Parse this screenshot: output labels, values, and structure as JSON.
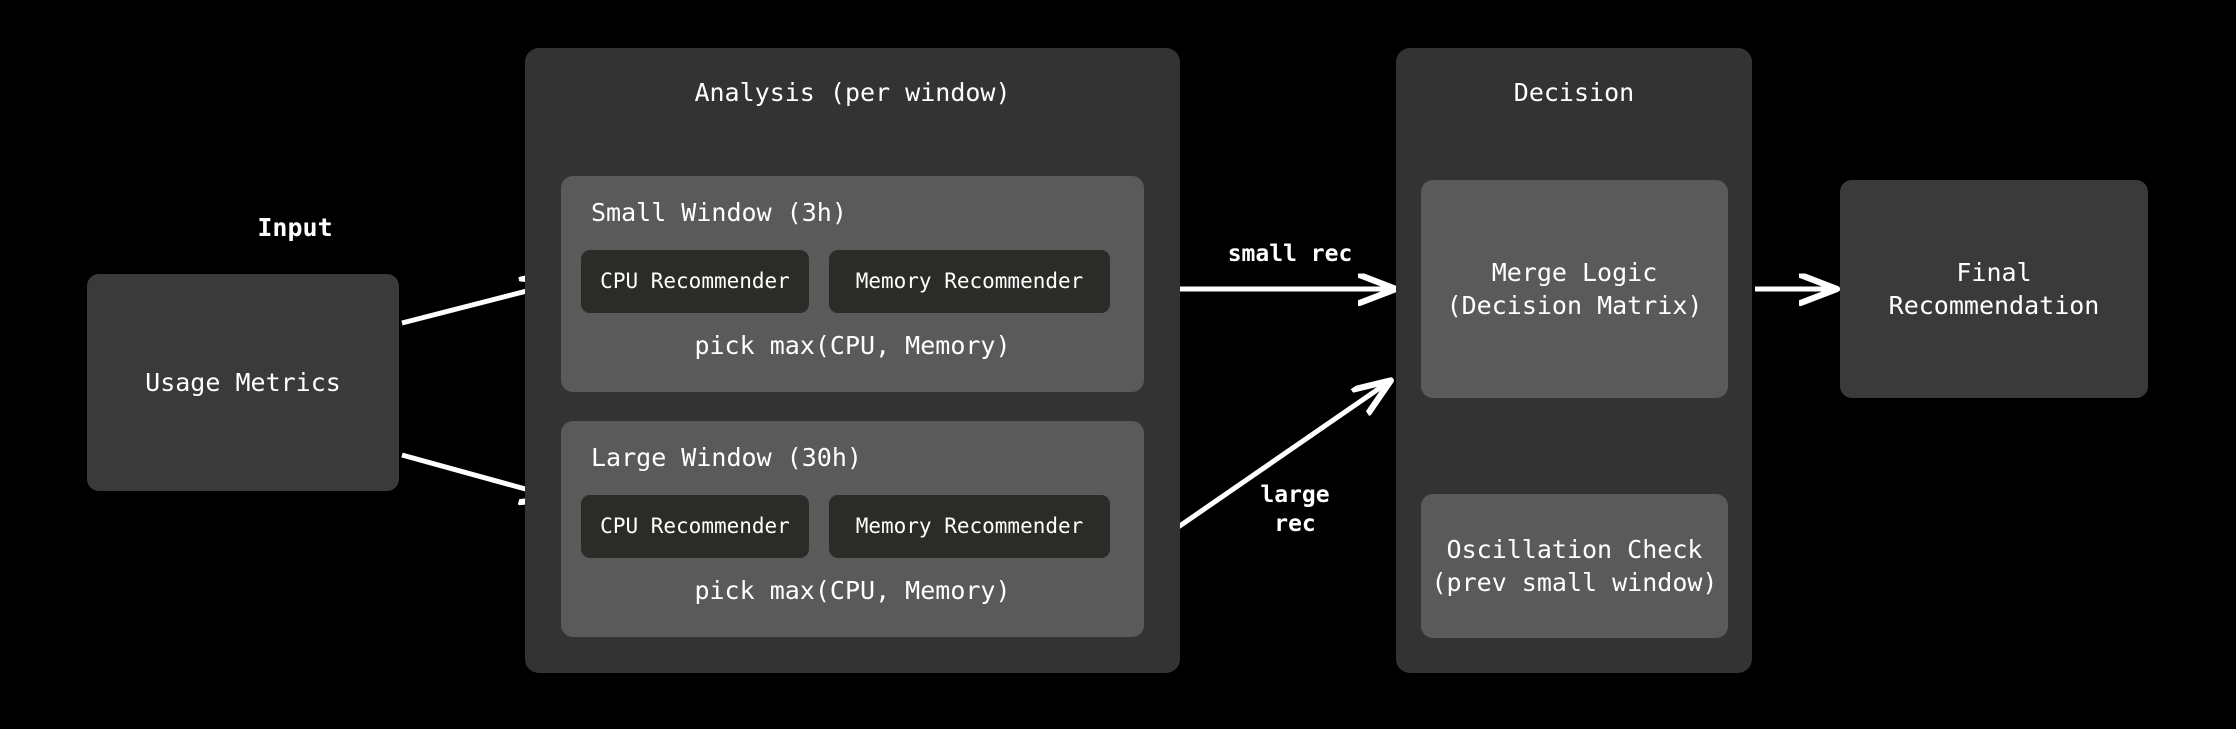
{
  "diagram": {
    "background": "#000000",
    "input_label": "Input",
    "input_node": "Usage Metrics",
    "final_node": "Final\nRecommendation",
    "analysis": {
      "title": "Analysis (per window)",
      "windows": [
        {
          "title": "Small Window (3h)",
          "cpu": "CPU Recommender",
          "memory": "Memory Recommender",
          "footer": "pick max(CPU, Memory)"
        },
        {
          "title": "Large Window (30h)",
          "cpu": "CPU Recommender",
          "memory": "Memory Recommender",
          "footer": "pick max(CPU, Memory)"
        }
      ]
    },
    "decision": {
      "title": "Decision",
      "merge": "Merge Logic\n(Decision Matrix)",
      "oscillation": "Oscillation Check\n(prev small window)"
    },
    "edges": {
      "small_rec": "small rec",
      "large_rec": "large\nrec"
    },
    "colors": {
      "cluster_bg": "#333333",
      "panel_bg": "#5a5a5a",
      "node_bg": "#3a3a3a",
      "inner_node_bg": "#2b2b28",
      "edge": "#ffffff",
      "text": "#ffffff"
    }
  }
}
